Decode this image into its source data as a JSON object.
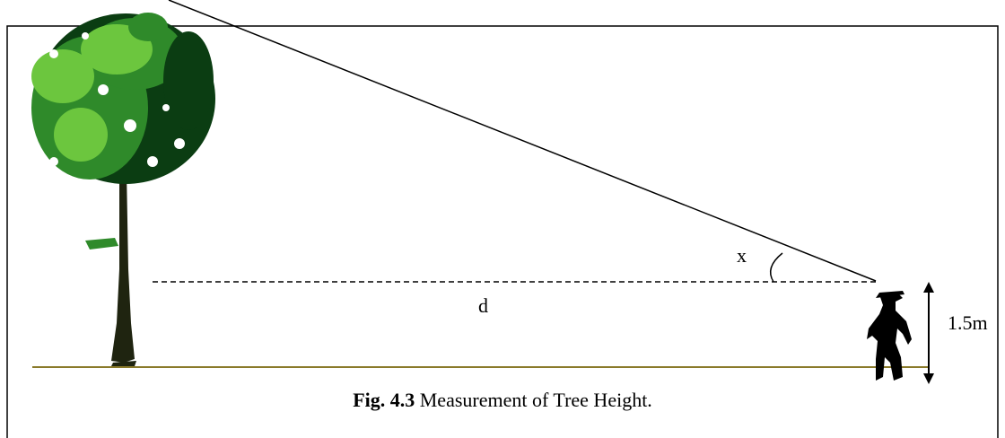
{
  "labels": {
    "angle": "x",
    "distance": "d",
    "observer_height": "1.5m"
  },
  "caption": {
    "figure_number": "Fig. 4.3",
    "text": " Measurement of Tree Height."
  },
  "colors": {
    "ground": "#8a7a2a",
    "leaf_light": "#6cc63e",
    "leaf_mid": "#2f8a2a",
    "leaf_dark": "#0b3d12",
    "trunk": "#1f2410",
    "line": "#000000"
  }
}
